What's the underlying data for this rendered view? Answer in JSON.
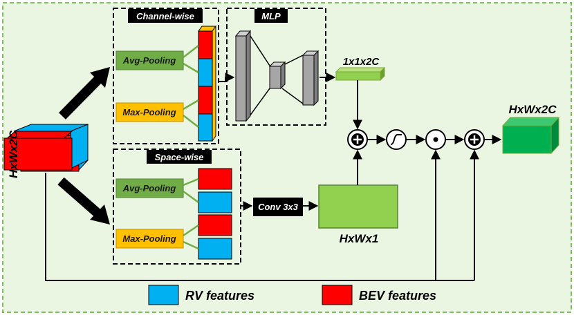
{
  "labels": {
    "input_dim": "HxWx2C",
    "output_dim": "HxWx2C",
    "channel_wise": "Channel-wise",
    "space_wise": "Space-wise",
    "mlp": "MLP",
    "avg_pooling": "Avg-Pooling",
    "max_pooling": "Max-Pooling",
    "channel_vector": "1x1x2C",
    "conv": "Conv 3x3",
    "spatial_map": "HxWx1"
  },
  "legend": {
    "rv": "RV features",
    "bev": "BEV features"
  },
  "colors": {
    "background": "#eaf6e1",
    "border": "#7bbf5a",
    "rv_blue": "#00b0f0",
    "bev_red": "#ff0000",
    "avg_green": "#70ad47",
    "max_yellow": "#ffc000",
    "light_green": "#92d050",
    "output_green": "#00b050",
    "mlp_gray": "#a6a6a6"
  },
  "icons": {
    "add": "plus-circle-icon",
    "sigmoid": "sigmoid-icon",
    "multiply": "dot-circle-icon"
  }
}
